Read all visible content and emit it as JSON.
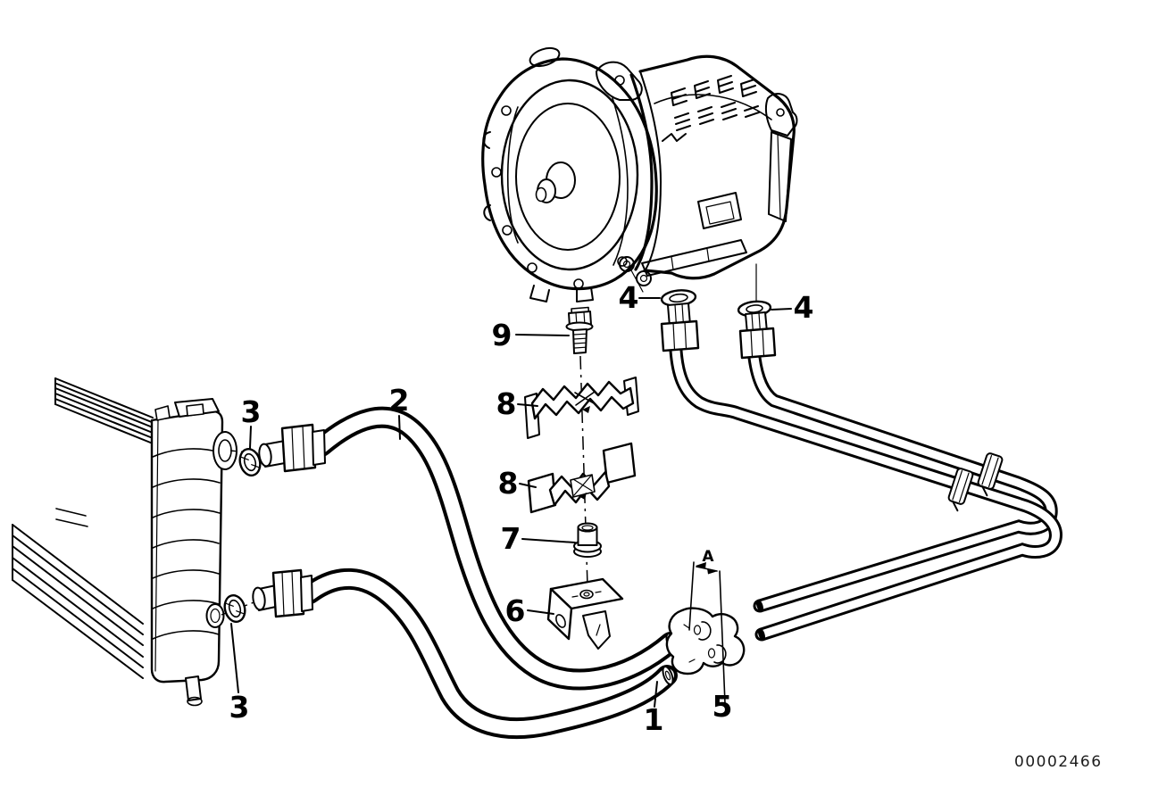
{
  "diagram": {
    "background_color": "#ffffff",
    "line_color": "#000000",
    "drawing_number": "00002466",
    "dimension": {
      "label": "A"
    },
    "callouts": [
      {
        "id": "callout-1",
        "label": "1"
      },
      {
        "id": "callout-2",
        "label": "2"
      },
      {
        "id": "callout-3-upper",
        "label": "3"
      },
      {
        "id": "callout-3-lower",
        "label": "3"
      },
      {
        "id": "callout-4-left",
        "label": "4"
      },
      {
        "id": "callout-4-right",
        "label": "4"
      },
      {
        "id": "callout-5",
        "label": "5"
      },
      {
        "id": "callout-6",
        "label": "6"
      },
      {
        "id": "callout-7",
        "label": "7"
      },
      {
        "id": "callout-8-upper",
        "label": "8"
      },
      {
        "id": "callout-8-lower",
        "label": "8"
      },
      {
        "id": "callout-9",
        "label": "9"
      }
    ]
  }
}
